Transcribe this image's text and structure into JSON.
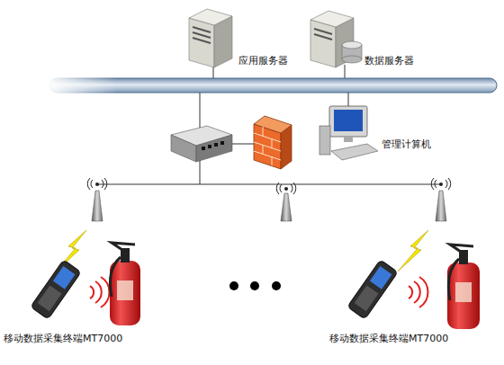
{
  "diagram": {
    "nodes": [
      {
        "text": [
          "应用服务器"
        ]
      },
      {
        "text": [
          "数据服务器"
        ]
      },
      {
        "text": [
          "管理计算机"
        ]
      },
      {
        "text": [
          "移动数据采集终端MT7000"
        ]
      },
      {
        "text": [
          "移动数据采集终端MT7000"
        ]
      }
    ]
  }
}
